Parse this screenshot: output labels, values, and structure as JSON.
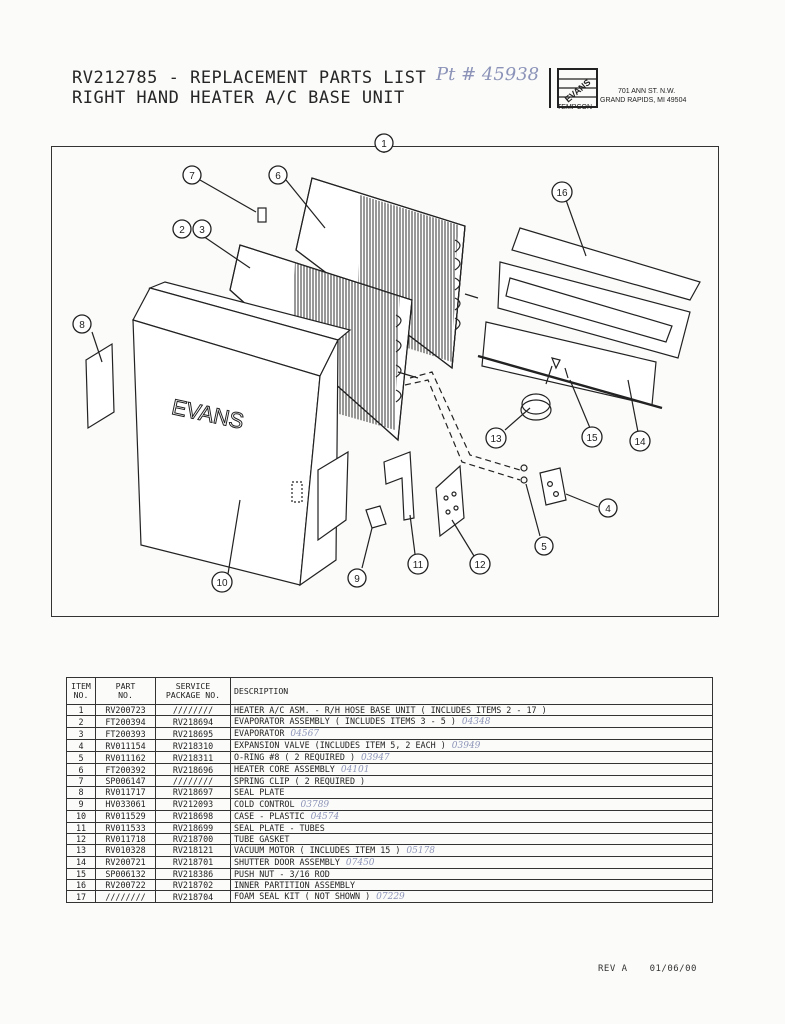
{
  "header": {
    "title_line1": "RV212785 - REPLACEMENT PARTS LIST",
    "title_line2": "RIGHT HAND HEATER A/C BASE UNIT",
    "handwritten_pt": "Pt # 45938",
    "logo_brand": "EVANS",
    "logo_text": "TEMPCON",
    "address_line1": "701 ANN ST. N.W.",
    "address_line2": "GRAND RAPIDS, MI 49504"
  },
  "diagram": {
    "case_label": "EVANS",
    "callouts": [
      "1",
      "2",
      "3",
      "4",
      "5",
      "6",
      "7",
      "8",
      "9",
      "10",
      "11",
      "12",
      "13",
      "14",
      "15",
      "16"
    ]
  },
  "table": {
    "headers": {
      "item": [
        "ITEM",
        "NO."
      ],
      "part": [
        "PART",
        "NO."
      ],
      "service": [
        "SERVICE",
        "PACKAGE NO."
      ],
      "description": "DESCRIPTION"
    },
    "rows": [
      {
        "item": "1",
        "part": "RV200723",
        "service": "////////",
        "desc": "HEATER A/C ASM. - R/H HOSE BASE UNIT ( INCLUDES ITEMS 2 - 17 )",
        "note": ""
      },
      {
        "item": "2",
        "part": "FT200394",
        "service": "RV218694",
        "desc": "EVAPORATOR ASSEMBLY ( INCLUDES ITEMS 3 - 5 )",
        "note": "04348"
      },
      {
        "item": "3",
        "part": "FT200393",
        "service": "RV218695",
        "desc": "EVAPORATOR",
        "note": "04567"
      },
      {
        "item": "4",
        "part": "RV011154",
        "service": "RV218310",
        "desc": "EXPANSION VALVE (INCLUDES ITEM 5, 2 EACH )",
        "note": "03949"
      },
      {
        "item": "5",
        "part": "RV011162",
        "service": "RV218311",
        "desc": "O-RING #8  ( 2 REQUIRED )",
        "note": "03947"
      },
      {
        "item": "6",
        "part": "FT200392",
        "service": "RV218696",
        "desc": "HEATER CORE ASSEMBLY",
        "note": "04101"
      },
      {
        "item": "7",
        "part": "SP006147",
        "service": "////////",
        "desc": "SPRING CLIP ( 2 REQUIRED )",
        "note": ""
      },
      {
        "item": "8",
        "part": "RV011717",
        "service": "RV218697",
        "desc": "SEAL PLATE",
        "note": ""
      },
      {
        "item": "9",
        "part": "HV033061",
        "service": "RV212093",
        "desc": "COLD CONTROL",
        "note": "03789"
      },
      {
        "item": "10",
        "part": "RV011529",
        "service": "RV218698",
        "desc": "CASE - PLASTIC",
        "note": "04574"
      },
      {
        "item": "11",
        "part": "RV011533",
        "service": "RV218699",
        "desc": "SEAL PLATE - TUBES",
        "note": ""
      },
      {
        "item": "12",
        "part": "RV011718",
        "service": "RV218700",
        "desc": "TUBE GASKET",
        "note": ""
      },
      {
        "item": "13",
        "part": "RV010328",
        "service": "RV218121",
        "desc": "VACUUM MOTOR ( INCLUDES ITEM 15 )",
        "note": "05178"
      },
      {
        "item": "14",
        "part": "RV200721",
        "service": "RV218701",
        "desc": "SHUTTER DOOR ASSEMBLY",
        "note": "07450"
      },
      {
        "item": "15",
        "part": "SP006132",
        "service": "RV218386",
        "desc": "PUSH NUT - 3/16 ROD",
        "note": ""
      },
      {
        "item": "16",
        "part": "RV200722",
        "service": "RV218702",
        "desc": "INNER PARTITION ASSEMBLY",
        "note": ""
      },
      {
        "item": "17",
        "part": "////////",
        "service": "RV218704",
        "desc": "FOAM SEAL KIT  ( NOT SHOWN )",
        "note": "07229"
      }
    ]
  },
  "footer": {
    "rev": "REV A",
    "date": "01/06/00"
  }
}
